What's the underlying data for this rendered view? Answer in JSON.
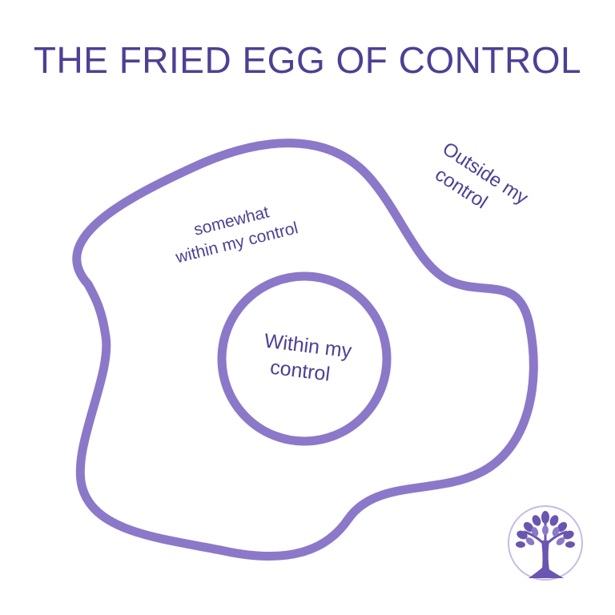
{
  "title": "THE FRIED EGG OF CONTROL",
  "zones": {
    "inner": {
      "line1": "Within my",
      "line2": "control"
    },
    "middle": {
      "line1": "somewhat",
      "line2": "within my control"
    },
    "outer": {
      "line1": "Outside my",
      "line2": "control"
    }
  },
  "colors": {
    "title": "#4f3f94",
    "outline": "#8c78c8",
    "label": "#4f3f94",
    "logo_tree": "#6a55b0",
    "logo_ring": "#c6bbe4"
  },
  "icons": {
    "logo": "tree-of-life-icon"
  }
}
